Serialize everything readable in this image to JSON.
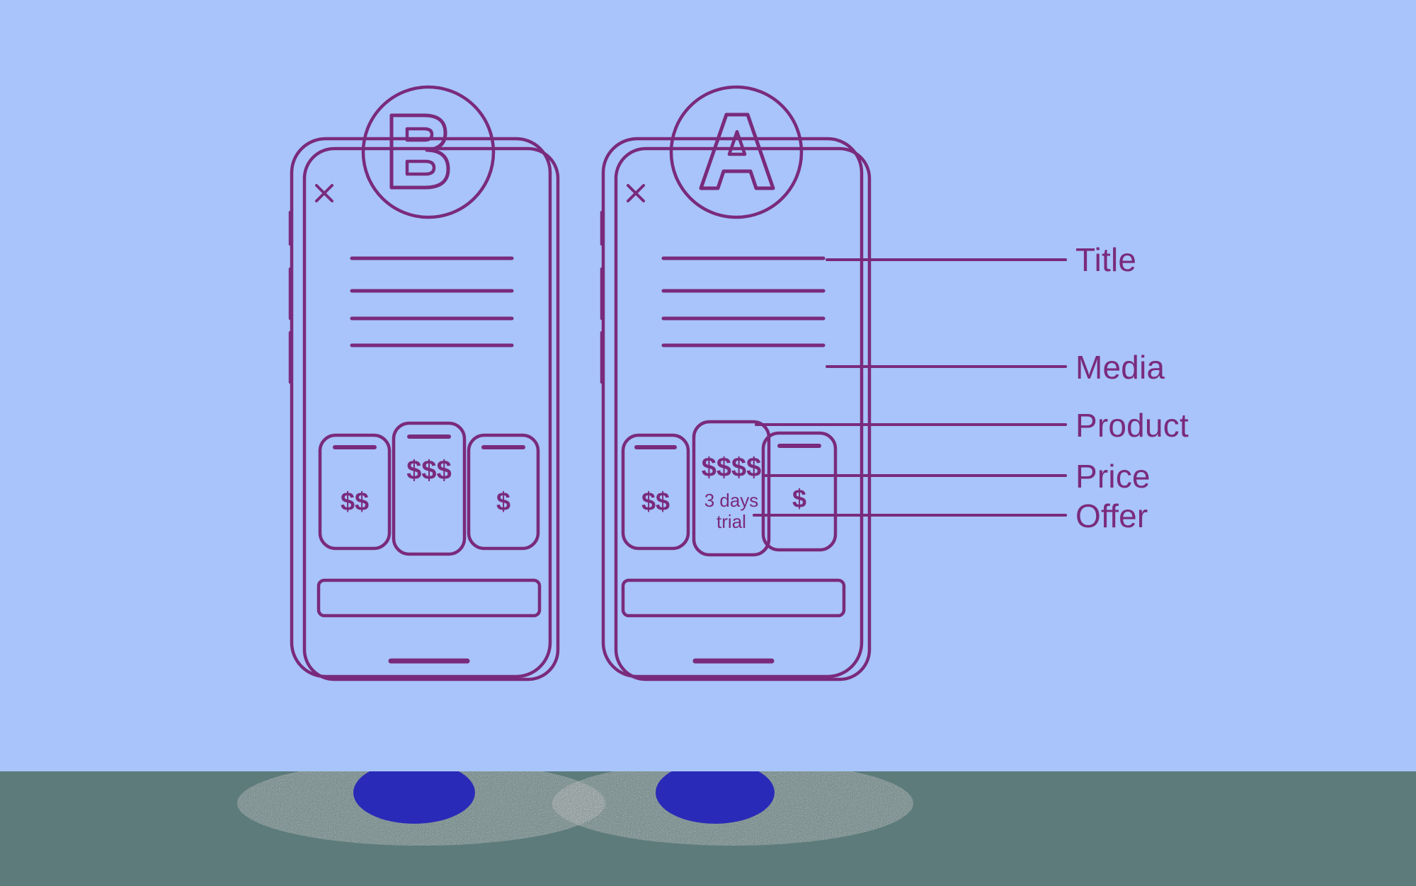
{
  "meta": {
    "background_color": "#a8c4fa",
    "ground_color": "#5d7b7b",
    "line_color": "#7a2a7c",
    "blob_color": "#2a2ab8"
  },
  "annotations": [
    {
      "id": "title",
      "label": "Title"
    },
    {
      "id": "media",
      "label": "Media"
    },
    {
      "id": "product",
      "label": "Product"
    },
    {
      "id": "price",
      "label": "Price"
    },
    {
      "id": "offer",
      "label": "Offer"
    }
  ],
  "phones": [
    {
      "id": "phone-b",
      "badge_letter": "B",
      "close_icon": "close-icon",
      "title_lines": 4,
      "cta_label": "",
      "cards": [
        {
          "id": "b-card-1",
          "price": "$$",
          "highlight": false,
          "offer": ""
        },
        {
          "id": "b-card-2",
          "price": "$$$",
          "highlight": true,
          "offer": ""
        },
        {
          "id": "b-card-3",
          "price": "$",
          "highlight": false,
          "offer": ""
        }
      ]
    },
    {
      "id": "phone-a",
      "badge_letter": "A",
      "close_icon": "close-icon",
      "title_lines": 4,
      "cta_label": "",
      "cards": [
        {
          "id": "a-card-1",
          "price": "$$",
          "highlight": false,
          "offer": ""
        },
        {
          "id": "a-card-2",
          "price": "$$$$",
          "highlight": true,
          "offer": "3 days\ntrial"
        },
        {
          "id": "a-card-3",
          "price": "$",
          "highlight": false,
          "offer": ""
        }
      ]
    }
  ]
}
